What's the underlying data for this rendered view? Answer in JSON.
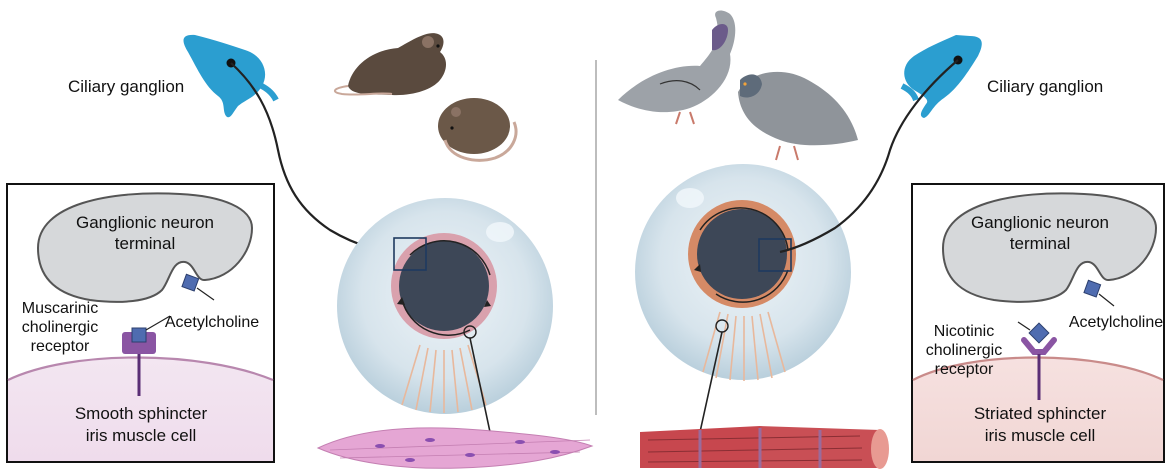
{
  "left": {
    "ganglion_label": "Ciliary ganglion",
    "terminal_label_line1": "Ganglionic neuron",
    "terminal_label_line2": "terminal",
    "receptor_label_line1": "Muscarinic",
    "receptor_label_line2": "cholinergic",
    "receptor_label_line3": "receptor",
    "neurotransmitter_label": "Acetylcholine",
    "cell_label_line1": "Smooth sphincter",
    "cell_label_line2": "iris muscle cell"
  },
  "right": {
    "ganglion_label": "Ciliary ganglion",
    "terminal_label_line1": "Ganglionic neuron",
    "terminal_label_line2": "terminal",
    "receptor_label_line1": "Nicotinic",
    "receptor_label_line2": "cholinergic",
    "receptor_label_line3": "receptor",
    "neurotransmitter_label": "Acetylcholine",
    "cell_label_line1": "Striated sphincter",
    "cell_label_line2": "iris muscle cell"
  },
  "colors": {
    "neuron": "#2b9ed0",
    "eye_white": "#d8e6ee",
    "pupil": "#3d4757",
    "smooth_iris": "#d9a1ad",
    "striated_iris": "#d58a66",
    "smooth_muscle": "#e5a6d4",
    "striated_muscle": "#c7474e",
    "receptor_muscarinic": "#8a55a3",
    "receptor_nicotinic": "#8a55a3",
    "acetylcholine": "#4f6cb0",
    "terminal": "#d6d8da"
  }
}
